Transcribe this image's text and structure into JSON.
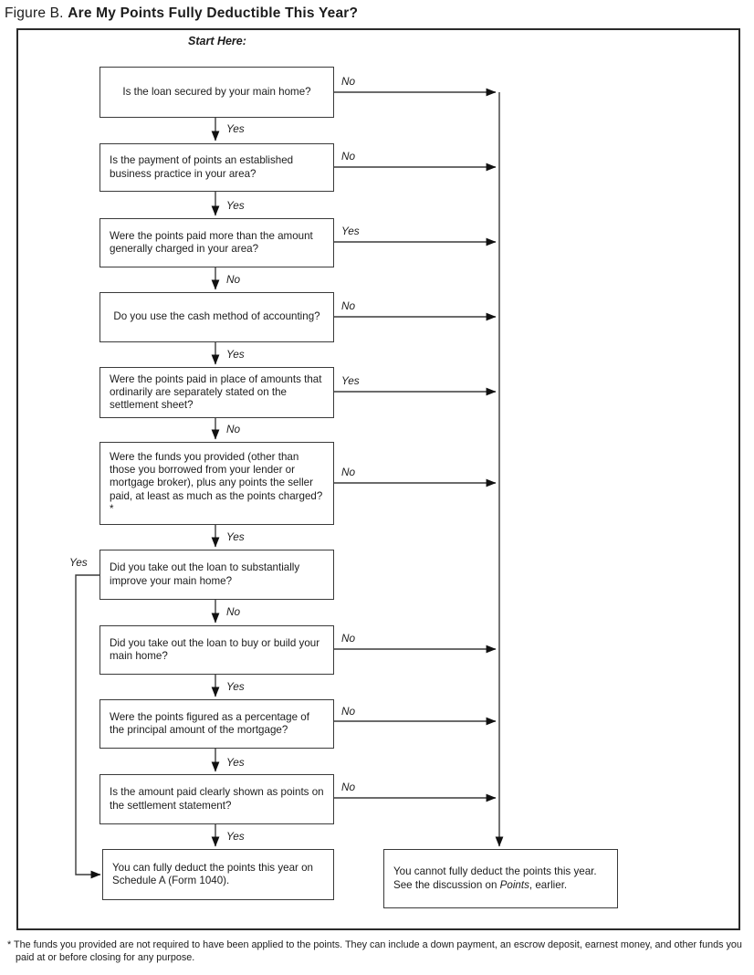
{
  "title": {
    "prefix": "Figure B.",
    "text": "Are My Points Fully Deductible This Year?"
  },
  "start_here": "Start Here:",
  "questions": [
    {
      "text": "Is the loan secured by your main home?",
      "side_label": "No",
      "down_label": "Yes"
    },
    {
      "text": "Is the payment of points an established business practice in your area?",
      "side_label": "No",
      "down_label": "Yes"
    },
    {
      "text": "Were the points paid more than the amount generally charged in your area?",
      "side_label": "Yes",
      "down_label": "No"
    },
    {
      "text": "Do you use the cash method of accounting?",
      "side_label": "No",
      "down_label": "Yes"
    },
    {
      "text": "Were the points paid in place of amounts that ordinarily are separately stated on the settlement sheet?",
      "side_label": "Yes",
      "down_label": "No"
    },
    {
      "text": "Were the funds you provided (other than those you borrowed from your lender or mortgage broker), plus any points the seller paid, at least as much as the points charged?*",
      "side_label": "No",
      "down_label": "Yes"
    },
    {
      "text": "Did you take out the loan to substantially improve your main home?",
      "left_label": "Yes",
      "down_label": "No"
    },
    {
      "text": "Did you take out the loan to buy or build your main home?",
      "side_label": "No",
      "down_label": "Yes"
    },
    {
      "text": "Were the points figured as a percentage of the principal amount of the mortgage?",
      "side_label": "No",
      "down_label": "Yes"
    },
    {
      "text": "Is the amount paid clearly shown as points on the settlement statement?",
      "side_label": "No",
      "down_label": "Yes"
    }
  ],
  "outcomes": {
    "deduct": "You can fully deduct the points this year on Schedule A (Form 1040).",
    "not_deduct_pre": "You cannot fully deduct the points this year. See the discussion on ",
    "not_deduct_term": "Points",
    "not_deduct_post": ", earlier."
  },
  "footnote": {
    "marker": "*",
    "text": "The funds you provided are not required to have been applied to the points. They can include a down payment, an escrow deposit, earnest money, and other funds you paid at or before closing for any purpose."
  }
}
